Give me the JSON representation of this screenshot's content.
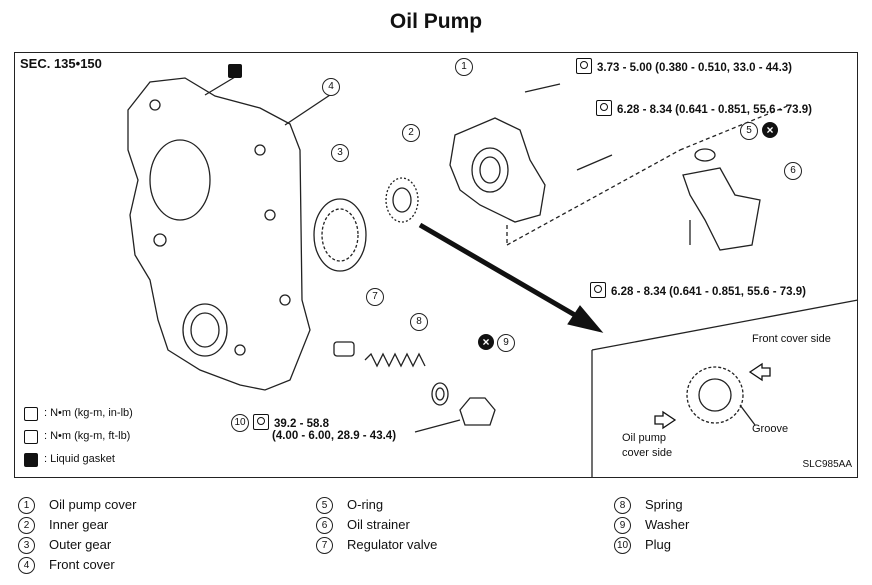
{
  "title": "Oil Pump",
  "section": "SEC. 135•150",
  "figure_code": "SLC985AA",
  "torques": {
    "cover_bolt": "3.73 - 5.00 (0.380 - 0.510, 33.0 - 44.3)",
    "pump_bolt": "6.28 - 8.34 (0.641 - 0.851, 55.6 - 73.9)",
    "strainer_bolt": "6.28 - 8.34 (0.641 - 0.851, 55.6 - 73.9)",
    "plug_line1": "39.2 - 58.8",
    "plug_line2": "(4.00 - 6.00, 28.9 - 43.4)"
  },
  "callouts": [
    "1",
    "2",
    "3",
    "4",
    "5",
    "6",
    "7",
    "8",
    "9",
    "10"
  ],
  "detail": {
    "front_cover_side": "Front cover side",
    "groove": "Groove",
    "oil_pump_cover_side_1": "Oil pump",
    "oil_pump_cover_side_2": "cover side"
  },
  "legend": {
    "nm_in": ": N•m (kg-m, in-lb)",
    "nm_ft": ": N•m (kg-m, ft-lb)",
    "gasket": ": Liquid gasket"
  },
  "parts": [
    {
      "num": "1",
      "name": "Oil pump cover"
    },
    {
      "num": "2",
      "name": "Inner gear"
    },
    {
      "num": "3",
      "name": "Outer gear"
    },
    {
      "num": "4",
      "name": "Front cover"
    },
    {
      "num": "5",
      "name": "O-ring"
    },
    {
      "num": "6",
      "name": "Oil strainer"
    },
    {
      "num": "7",
      "name": "Regulator valve"
    },
    {
      "num": "8",
      "name": "Spring"
    },
    {
      "num": "9",
      "name": "Washer"
    },
    {
      "num": "10",
      "name": "Plug"
    }
  ]
}
